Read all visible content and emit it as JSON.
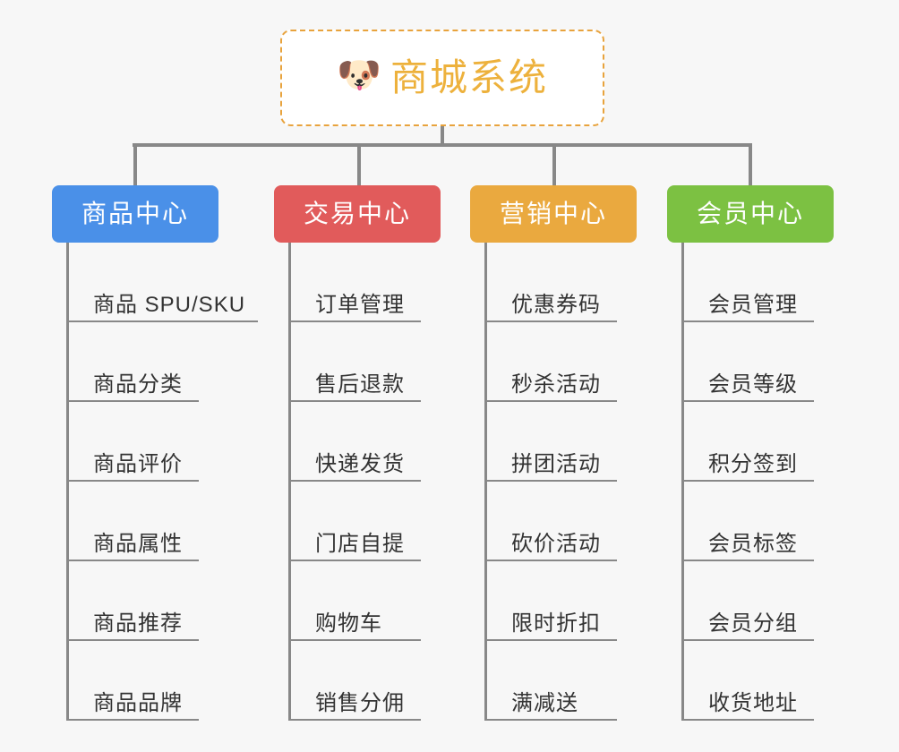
{
  "page": {
    "background_color": "#f7f7f7",
    "diagram_type": "mindmap-tree"
  },
  "root": {
    "icon": "shiba-dog-face-emoji",
    "emoji": "🐶",
    "title": "商城系统",
    "text_color": "#edb13c",
    "border_color": "#e8a33d"
  },
  "branches": [
    {
      "label": "商品中心",
      "color": "#4a90e8",
      "items": [
        "商品 SPU/SKU",
        "商品分类",
        "商品评价",
        "商品属性",
        "商品推荐",
        "商品品牌"
      ]
    },
    {
      "label": "交易中心",
      "color": "#e15b5b",
      "items": [
        "订单管理",
        "售后退款",
        "快递发货",
        "门店自提",
        "购物车",
        "销售分佣"
      ]
    },
    {
      "label": "营销中心",
      "color": "#eaa93f",
      "items": [
        "优惠券码",
        "秒杀活动",
        "拼团活动",
        "砍价活动",
        "限时折扣",
        "满减送"
      ]
    },
    {
      "label": "会员中心",
      "color": "#7cc142",
      "items": [
        "会员管理",
        "会员等级",
        "积分签到",
        "会员标签",
        "会员分组",
        "收货地址"
      ]
    }
  ],
  "connector_color": "#888888"
}
